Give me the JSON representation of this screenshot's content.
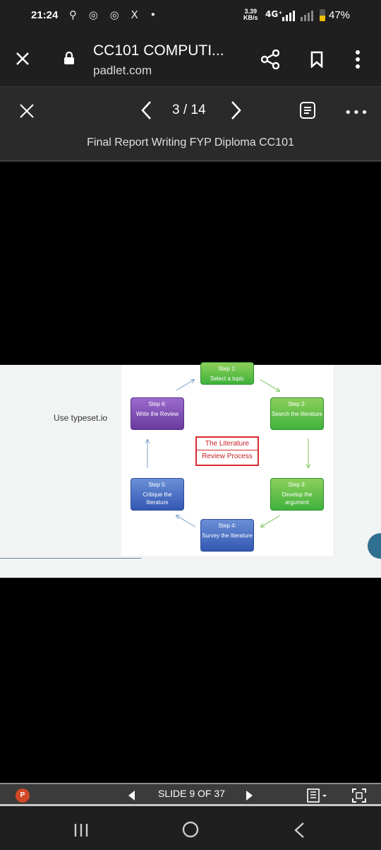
{
  "status_bar": {
    "time": "21:24",
    "left_icons": "⚲ ◎ ◎ X •",
    "speed_value": "3.39",
    "speed_unit": "KB/s",
    "network": "4G⁺",
    "battery": "47%",
    "battery_level": 0.47
  },
  "browser": {
    "title": "CC101 COMPUTI...",
    "url": "padlet.com",
    "icons": [
      "close-icon",
      "lock-icon",
      "share-icon",
      "bookmark-icon",
      "more-vert-icon"
    ]
  },
  "viewer": {
    "current_page": "3",
    "page_separator": " / ",
    "total_pages": "14",
    "doc_title": "Final Report Writing FYP Diploma CC101",
    "icons": [
      "close-icon",
      "chevron-left-icon",
      "chevron-right-icon",
      "document-icon",
      "more-horiz-icon"
    ],
    "more_label": "•••"
  },
  "slide": {
    "note": "Use typeset.io",
    "center": {
      "line1": "The Literature",
      "line2": "Review Process"
    },
    "steps": [
      {
        "title": "Step 1:",
        "text": "Select a topic"
      },
      {
        "title": "Step 2:",
        "text": "Search the literature"
      },
      {
        "title": "Step 3:",
        "text": "Develop the argument"
      },
      {
        "title": "Step 4:",
        "text": "Survey the literature"
      },
      {
        "title": "Step 5:",
        "text": "Critique the literature"
      },
      {
        "title": "Step 6:",
        "text": "Write the Review"
      }
    ]
  },
  "slide_toolbar": {
    "app_badge": "P",
    "slide_label": "SLIDE 9 OF 37"
  },
  "nav_bar": {
    "icons": [
      "recent-apps-icon",
      "home-icon",
      "back-icon"
    ]
  },
  "colors": {
    "step_green": "#3fb23c",
    "step_purple": "#6a3aa0",
    "step_blue": "#3358b3",
    "center_red": "#d8292f"
  }
}
